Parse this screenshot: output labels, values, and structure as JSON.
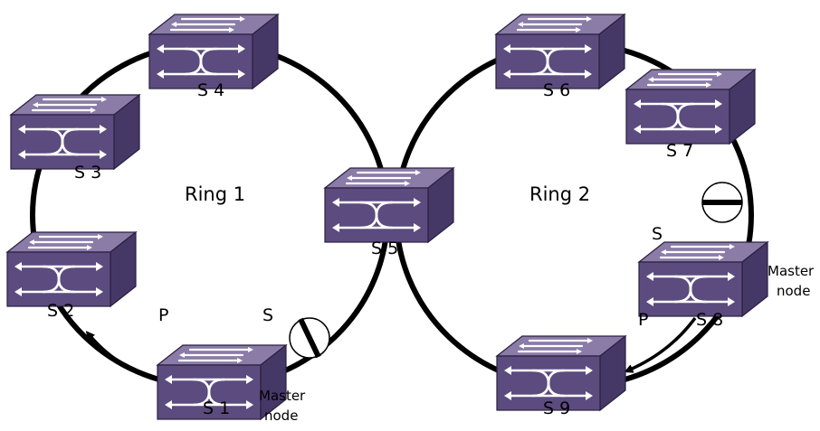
{
  "colors": {
    "switch_top": "#8a7ba7",
    "switch_front": "#5b4b7e",
    "switch_side": "#463866",
    "switch_edge": "#2a2040",
    "arrow_fill": "#ffffff",
    "ring_line": "#000000"
  },
  "rings": [
    {
      "label": "Ring 1"
    },
    {
      "label": "Ring 2"
    }
  ],
  "switches": [
    {
      "label": "S 1"
    },
    {
      "label": "S 2"
    },
    {
      "label": "S 3"
    },
    {
      "label": "S 4"
    },
    {
      "label": "S 5"
    },
    {
      "label": "S 6"
    },
    {
      "label": "S 7"
    },
    {
      "label": "S 8"
    },
    {
      "label": "S 9"
    }
  ],
  "ports": {
    "s1_primary": "P",
    "s1_secondary": "S",
    "s8_primary": "P",
    "s8_secondary": "S"
  },
  "master_nodes": [
    {
      "line1": "Master",
      "line2": "node"
    },
    {
      "line1": "Master",
      "line2": "node"
    }
  ],
  "blocked_ports": [
    {
      "icon": "blocked-port-icon"
    },
    {
      "icon": "blocked-port-icon"
    }
  ]
}
